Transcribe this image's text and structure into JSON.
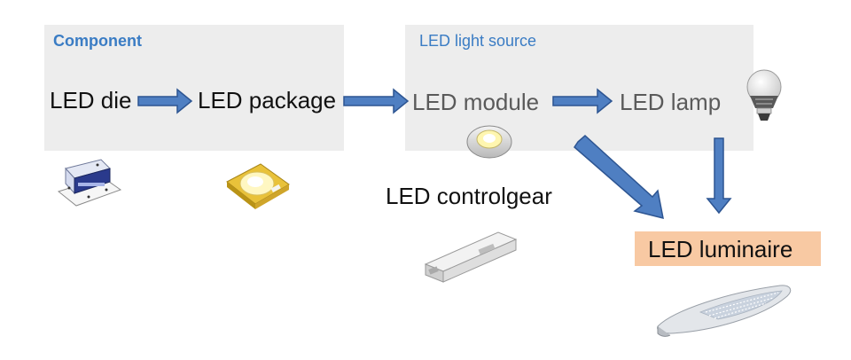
{
  "groups": {
    "component": {
      "title": "Component"
    },
    "light_source": {
      "title": "LED light source"
    }
  },
  "nodes": {
    "led_die": "LED die",
    "led_package": "LED package",
    "led_module": "LED module",
    "led_lamp": "LED lamp",
    "led_controlgear": "LED controlgear",
    "led_luminaire": "LED luminaire"
  },
  "colors": {
    "arrow_fill": "#4f7fc2",
    "arrow_stroke": "#2d5592",
    "group_bg": "#ededed",
    "group_title": "#3a7cc4",
    "luminaire_highlight": "#f8c9a3"
  },
  "icons": [
    "led-die-icon",
    "led-package-icon",
    "led-module-icon",
    "led-lamp-bulb-icon",
    "led-controlgear-icon",
    "led-luminaire-streetlight-icon"
  ]
}
